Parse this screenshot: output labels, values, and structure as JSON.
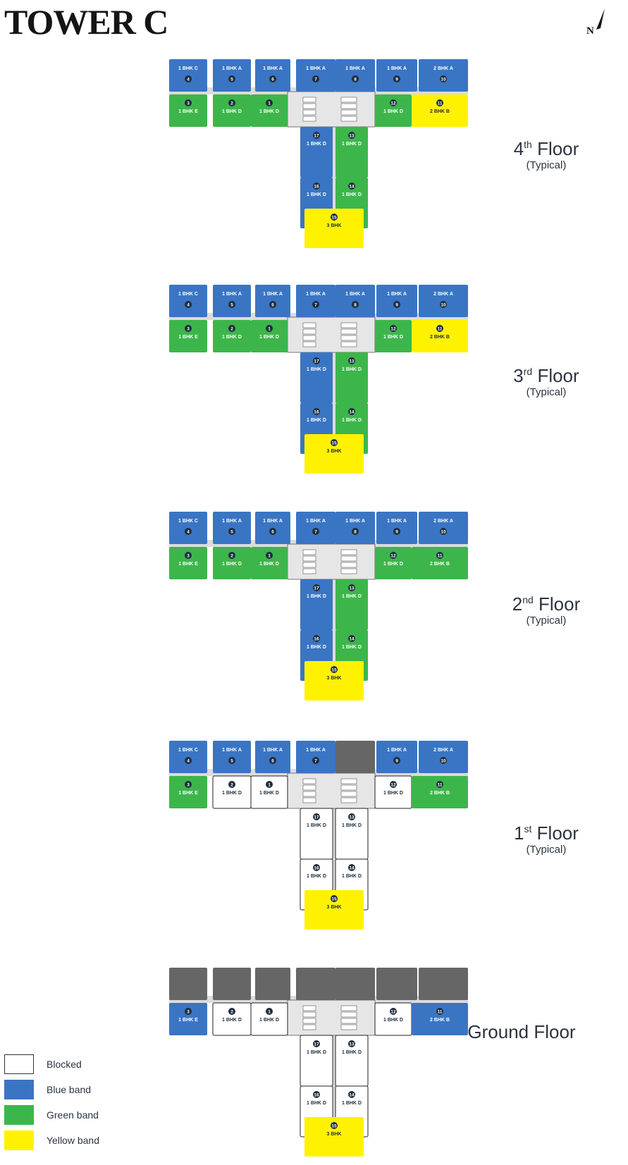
{
  "title": "TOWER C",
  "north_label": "N",
  "colors": {
    "blocked": "#ffffff",
    "blue": "#3a75c4",
    "green": "#3cb64a",
    "yellow": "#fff200",
    "grey": "#666666",
    "corridor": "#dcdcdc",
    "badge": "#1f2d3d"
  },
  "legend": [
    {
      "label": "Blocked",
      "color": "#ffffff"
    },
    {
      "label": "Blue band",
      "color": "#3a75c4"
    },
    {
      "label": "Green band",
      "color": "#3cb64a"
    },
    {
      "label": "Yellow band",
      "color": "#fff200"
    }
  ],
  "floors": [
    {
      "ord": "4",
      "suffix": "th",
      "name": "Floor",
      "sub": "(Typical)",
      "units": [
        {
          "n": "4",
          "type": "1 BHK C",
          "band": "blue"
        },
        {
          "n": "5",
          "type": "1 BHK A",
          "band": "blue"
        },
        {
          "n": "6",
          "type": "1 BHK A",
          "band": "blue"
        },
        {
          "n": "7",
          "type": "1 BHK A",
          "band": "blue"
        },
        {
          "n": "8",
          "type": "1 BHK A",
          "band": "blue"
        },
        {
          "n": "9",
          "type": "1 BHK A",
          "band": "blue"
        },
        {
          "n": "10",
          "type": "2 BHK A",
          "band": "blue"
        },
        {
          "n": "3",
          "type": "1 BHK E",
          "band": "green"
        },
        {
          "n": "2",
          "type": "1 BHK D",
          "band": "green"
        },
        {
          "n": "1",
          "type": "1 BHK D",
          "band": "green"
        },
        {
          "n": "12",
          "type": "1 BHK D",
          "band": "green"
        },
        {
          "n": "11",
          "type": "2 BHK B",
          "band": "yellow"
        },
        {
          "n": "17",
          "type": "1 BHK D",
          "band": "blue"
        },
        {
          "n": "13",
          "type": "1 BHK D",
          "band": "green"
        },
        {
          "n": "16",
          "type": "1 BHK D",
          "band": "blue"
        },
        {
          "n": "14",
          "type": "1 BHK D",
          "band": "green"
        },
        {
          "n": "15",
          "type": "3 BHK",
          "band": "yellow"
        }
      ]
    },
    {
      "ord": "3",
      "suffix": "rd",
      "name": "Floor",
      "sub": "(Typical)",
      "units": [
        {
          "n": "4",
          "type": "1 BHK C",
          "band": "blue"
        },
        {
          "n": "5",
          "type": "1 BHK A",
          "band": "blue"
        },
        {
          "n": "6",
          "type": "1 BHK A",
          "band": "blue"
        },
        {
          "n": "7",
          "type": "1 BHK A",
          "band": "blue"
        },
        {
          "n": "8",
          "type": "1 BHK A",
          "band": "blue"
        },
        {
          "n": "9",
          "type": "1 BHK A",
          "band": "blue"
        },
        {
          "n": "10",
          "type": "2 BHK A",
          "band": "blue"
        },
        {
          "n": "3",
          "type": "1 BHK E",
          "band": "green"
        },
        {
          "n": "2",
          "type": "1 BHK D",
          "band": "green"
        },
        {
          "n": "1",
          "type": "1 BHK D",
          "band": "green"
        },
        {
          "n": "12",
          "type": "1 BHK D",
          "band": "green"
        },
        {
          "n": "11",
          "type": "2 BHK B",
          "band": "yellow"
        },
        {
          "n": "17",
          "type": "1 BHK D",
          "band": "blue"
        },
        {
          "n": "13",
          "type": "1 BHK D",
          "band": "green"
        },
        {
          "n": "16",
          "type": "1 BHK D",
          "band": "blue"
        },
        {
          "n": "14",
          "type": "1 BHK D",
          "band": "green"
        },
        {
          "n": "15",
          "type": "3 BHK",
          "band": "yellow"
        }
      ]
    },
    {
      "ord": "2",
      "suffix": "nd",
      "name": "Floor",
      "sub": "(Typical)",
      "units": [
        {
          "n": "4",
          "type": "1 BHK C",
          "band": "blue"
        },
        {
          "n": "5",
          "type": "1 BHK A",
          "band": "blue"
        },
        {
          "n": "6",
          "type": "1 BHK A",
          "band": "blue"
        },
        {
          "n": "7",
          "type": "1 BHK A",
          "band": "blue"
        },
        {
          "n": "8",
          "type": "1 BHK A",
          "band": "blue"
        },
        {
          "n": "9",
          "type": "1 BHK A",
          "band": "blue"
        },
        {
          "n": "10",
          "type": "2 BHK A",
          "band": "blue"
        },
        {
          "n": "3",
          "type": "1 BHK E",
          "band": "green"
        },
        {
          "n": "2",
          "type": "1 BHK D",
          "band": "green"
        },
        {
          "n": "1",
          "type": "1 BHK D",
          "band": "green"
        },
        {
          "n": "12",
          "type": "1 BHK D",
          "band": "green"
        },
        {
          "n": "11",
          "type": "2 BHK B",
          "band": "green"
        },
        {
          "n": "17",
          "type": "1 BHK D",
          "band": "blue"
        },
        {
          "n": "13",
          "type": "1 BHK D",
          "band": "green"
        },
        {
          "n": "16",
          "type": "1 BHK D",
          "band": "blue"
        },
        {
          "n": "14",
          "type": "1 BHK D",
          "band": "green"
        },
        {
          "n": "15",
          "type": "3 BHK",
          "band": "yellow"
        }
      ]
    },
    {
      "ord": "1",
      "suffix": "st",
      "name": "Floor",
      "sub": "(Typical)",
      "units": [
        {
          "n": "4",
          "type": "1 BHK C",
          "band": "blue"
        },
        {
          "n": "5",
          "type": "1 BHK A",
          "band": "blue"
        },
        {
          "n": "6",
          "type": "1 BHK A",
          "band": "blue"
        },
        {
          "n": "7",
          "type": "1 BHK A",
          "band": "blue"
        },
        {
          "n": "",
          "type": "",
          "band": "grey"
        },
        {
          "n": "9",
          "type": "1 BHK A",
          "band": "blue"
        },
        {
          "n": "10",
          "type": "2 BHK A",
          "band": "blue"
        },
        {
          "n": "3",
          "type": "1 BHK E",
          "band": "green"
        },
        {
          "n": "2",
          "type": "1 BHK D",
          "band": "blocked"
        },
        {
          "n": "1",
          "type": "1 BHK D",
          "band": "blocked"
        },
        {
          "n": "12",
          "type": "1 BHK D",
          "band": "blocked"
        },
        {
          "n": "11",
          "type": "2 BHK B",
          "band": "green"
        },
        {
          "n": "17",
          "type": "1 BHK D",
          "band": "blocked"
        },
        {
          "n": "13",
          "type": "1 BHK D",
          "band": "blocked"
        },
        {
          "n": "16",
          "type": "1 BHK D",
          "band": "blocked"
        },
        {
          "n": "14",
          "type": "1 BHK D",
          "band": "blocked"
        },
        {
          "n": "15",
          "type": "3 BHK",
          "band": "yellow"
        }
      ]
    },
    {
      "ord": "",
      "suffix": "",
      "name": "Ground Floor",
      "sub": "",
      "units": [
        {
          "n": "",
          "type": "",
          "band": "grey"
        },
        {
          "n": "",
          "type": "",
          "band": "grey"
        },
        {
          "n": "",
          "type": "",
          "band": "grey"
        },
        {
          "n": "",
          "type": "",
          "band": "grey"
        },
        {
          "n": "",
          "type": "",
          "band": "grey"
        },
        {
          "n": "",
          "type": "",
          "band": "grey"
        },
        {
          "n": "",
          "type": "",
          "band": "grey"
        },
        {
          "n": "3",
          "type": "1 BHK E",
          "band": "blue"
        },
        {
          "n": "2",
          "type": "1 BHK D",
          "band": "blocked"
        },
        {
          "n": "1",
          "type": "1 BHK D",
          "band": "blocked"
        },
        {
          "n": "12",
          "type": "1 BHK D",
          "band": "blocked"
        },
        {
          "n": "11",
          "type": "2 BHK B",
          "band": "blue"
        },
        {
          "n": "17",
          "type": "1 BHK D",
          "band": "blocked"
        },
        {
          "n": "13",
          "type": "1 BHK D",
          "band": "blocked"
        },
        {
          "n": "16",
          "type": "1 BHK D",
          "band": "blocked"
        },
        {
          "n": "14",
          "type": "1 BHK D",
          "band": "blocked"
        },
        {
          "n": "15",
          "type": "3 BHK",
          "band": "yellow"
        }
      ]
    }
  ]
}
